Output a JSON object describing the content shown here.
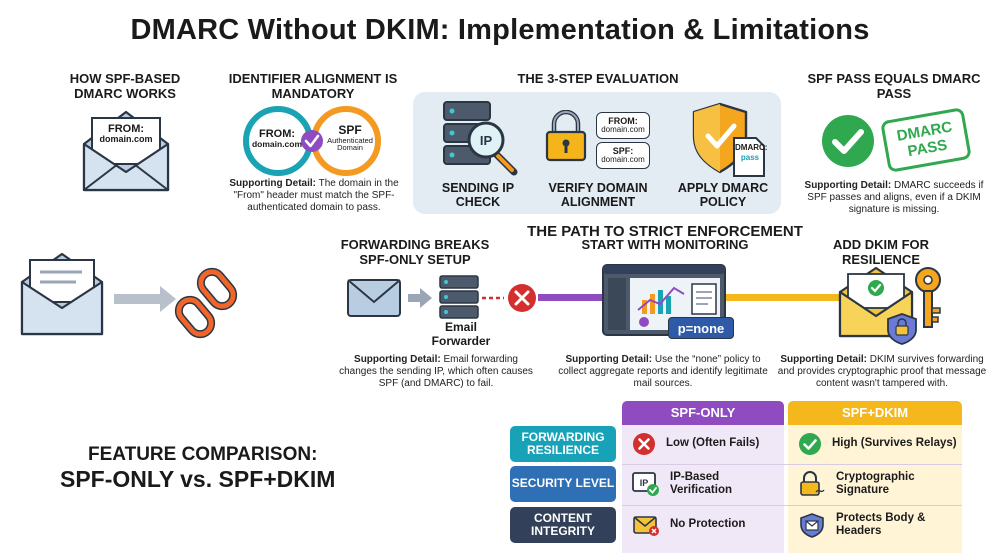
{
  "title": "DMARC Without DKIM: Implementation & Limitations",
  "spf_based": {
    "heading": "HOW SPF-BASED DMARC WORKS",
    "envelope_from_label": "FROM:",
    "envelope_domain": "domain.com"
  },
  "alignment": {
    "heading": "IDENTIFIER ALIGNMENT IS MANDATORY",
    "left_circle_label": "FROM:",
    "left_circle_domain": "domain.com",
    "right_circle_label": "SPF",
    "right_circle_sub": "Authenticated Domain",
    "detail_label": "Supporting Detail:",
    "detail_text": "The domain in the \"From\" header must match the SPF-authenticated domain to pass."
  },
  "evaluation": {
    "heading": "THE 3-STEP EVALUATION",
    "ip_text": "IP",
    "tag_from_label": "FROM:",
    "tag_from_domain": "domain.com",
    "tag_spf_label": "SPF:",
    "tag_spf_domain": "domain.com",
    "doc_label": "DMARC:",
    "doc_value": "pass",
    "steps": [
      "SENDING IP CHECK",
      "VERIFY DOMAIN ALIGNMENT",
      "APPLY DMARC POLICY"
    ]
  },
  "spf_pass": {
    "heading": "SPF PASS EQUALS DMARC PASS",
    "stamp_line1": "DMARC",
    "stamp_line2": "PASS",
    "detail_label": "Supporting Detail:",
    "detail_text": "DMARC succeeds if SPF passes and aligns, even if a DKIM signature is missing."
  },
  "path": {
    "heading": "THE PATH TO STRICT ENFORCEMENT",
    "forwarding": {
      "heading": "FORWARDING BREAKS SPF-ONLY SETUP",
      "forwarder_label": "Email Forwarder",
      "detail_label": "Supporting Detail:",
      "detail_text": "Email forwarding changes the sending IP, which often causes SPF (and DMARC) to fail."
    },
    "monitoring": {
      "heading": "START WITH MONITORING",
      "policy": "p=none",
      "detail_label": "Supporting Detail:",
      "detail_text": "Use the “none” policy to collect aggregate reports and identify legitimate mail sources."
    },
    "dkim": {
      "heading": "ADD DKIM FOR RESILIENCE",
      "detail_label": "Supporting Detail:",
      "detail_text": "DKIM survives forwarding and provides cryptographic proof that message content wasn't tampered with."
    }
  },
  "comparison": {
    "heading_line1": "FEATURE COMPARISON:",
    "heading_line2": "SPF-ONLY vs. SPF+DKIM",
    "col_spf_only": "SPF-ONLY",
    "col_spf_dkim": "SPF+DKIM",
    "rows": [
      {
        "label": "FORWARDING RESILIENCE",
        "spf_only": "Low (Often Fails)",
        "spf_dkim": "High (Survives Relays)"
      },
      {
        "label": "SECURITY LEVEL",
        "spf_only": "IP-Based Verification",
        "spf_dkim": "Cryptographic Signature"
      },
      {
        "label": "CONTENT INTEGRITY",
        "spf_only": "No Protection",
        "spf_dkim": "Protects Body & Headers"
      }
    ],
    "row_colors": [
      "#17a2b8",
      "#2e6fb5",
      "#33405a"
    ],
    "col_colors": {
      "spf_only": "#8e4cc0",
      "spf_dkim": "#f5b81c"
    }
  }
}
